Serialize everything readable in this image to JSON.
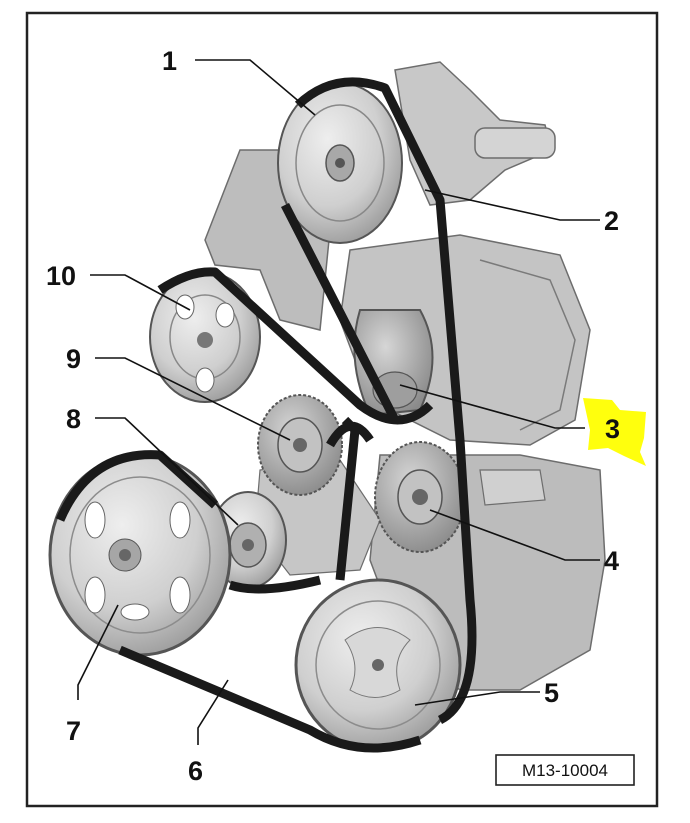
{
  "figure": {
    "reference": "M13-10004",
    "highlight_color": "#ffff00",
    "callouts": [
      {
        "id": "1",
        "label": "1"
      },
      {
        "id": "2",
        "label": "2"
      },
      {
        "id": "3",
        "label": "3",
        "highlighted": true
      },
      {
        "id": "4",
        "label": "4"
      },
      {
        "id": "5",
        "label": "5"
      },
      {
        "id": "6",
        "label": "6"
      },
      {
        "id": "7",
        "label": "7"
      },
      {
        "id": "8",
        "label": "8"
      },
      {
        "id": "9",
        "label": "9"
      },
      {
        "id": "10",
        "label": "10"
      }
    ]
  }
}
